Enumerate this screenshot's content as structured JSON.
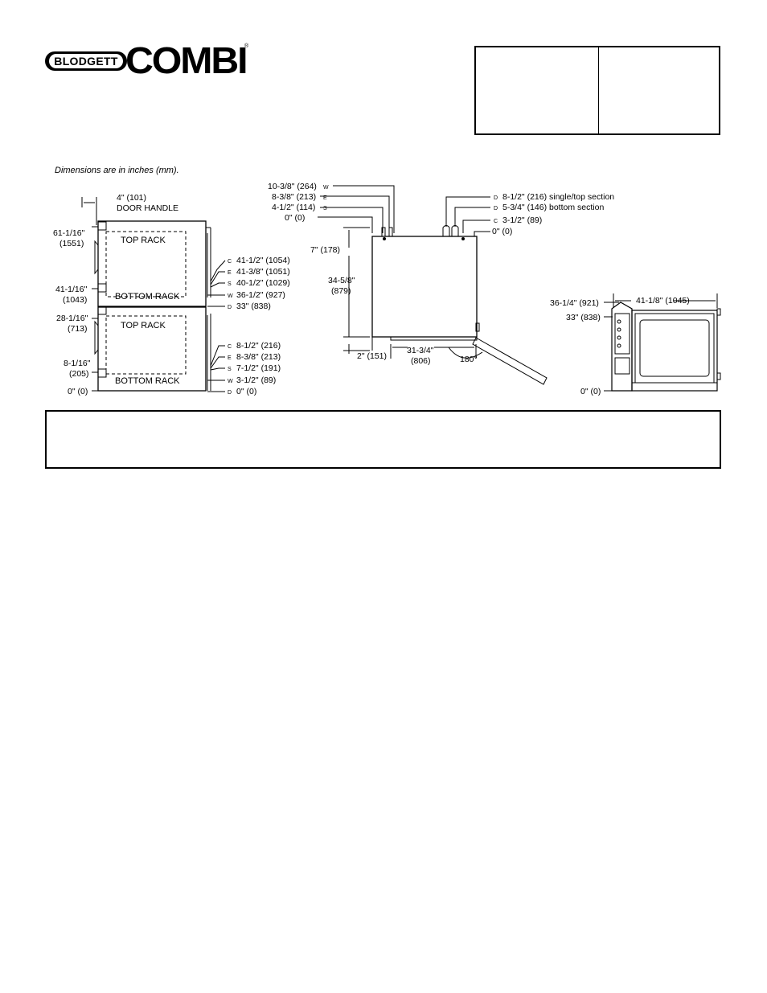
{
  "brand": {
    "badge": "BLODGETT",
    "name": "COMBI",
    "reg": "®"
  },
  "note": "Dimensions are in inches (mm).",
  "front_view": {
    "top_dims": {
      "handle_dim": "4\" (101)",
      "handle_label": "DOOR HANDLE"
    },
    "left_dims": [
      {
        "inch": "61-1/16\"",
        "mm": "(1551)"
      },
      {
        "inch": "41-1/16\"",
        "mm": "(1043)"
      },
      {
        "inch": "28-1/16\"",
        "mm": "(713)"
      },
      {
        "inch": "8-1/16\"",
        "mm": "(205)"
      },
      {
        "inch": "0\" (0)",
        "mm": ""
      }
    ],
    "racks": [
      "TOP RACK",
      "BOTTOM RACK",
      "TOP RACK",
      "BOTTOM RACK"
    ],
    "right_dims_upper": [
      {
        "sym": "C",
        "text": "41-1/2\" (1054)"
      },
      {
        "sym": "E",
        "text": "41-3/8\" (1051)"
      },
      {
        "sym": "S",
        "text": "40-1/2\" (1029)"
      },
      {
        "sym": "W",
        "text": "36-1/2\" (927)"
      },
      {
        "sym": "D",
        "text": "33\" (838)"
      }
    ],
    "right_dims_lower": [
      {
        "sym": "C",
        "text": "8-1/2\" (216)"
      },
      {
        "sym": "E",
        "text": "8-3/8\" (213)"
      },
      {
        "sym": "S",
        "text": "7-1/2\" (191)"
      },
      {
        "sym": "W",
        "text": "3-1/2\" (89)"
      },
      {
        "sym": "D",
        "text": "0\" (0)"
      }
    ]
  },
  "side_view": {
    "left_labels": [
      {
        "sym": "W",
        "text": "10-3/8\" (264)"
      },
      {
        "sym": "E",
        "text": "8-3/8\" (213)"
      },
      {
        "sym": "S",
        "text": "4-1/2\" (114)"
      },
      {
        "sym": "",
        "text": "0\" (0)"
      }
    ],
    "right_labels": [
      {
        "sym": "D",
        "text": "8-1/2\" (216) single/top section"
      },
      {
        "sym": "D",
        "text": "5-3/4\" (146) bottom section"
      },
      {
        "sym": "C",
        "text": "3-1/2\" (89)"
      },
      {
        "sym": "",
        "text": "0\" (0)"
      }
    ],
    "dim_7": "7\" (178)",
    "dim_height": {
      "inch": "34-5/8\"",
      "mm": "(879)"
    },
    "dim_bottom": "2\" (151)",
    "dim_depth": {
      "inch": "31-3/4\"",
      "mm": "(806)"
    },
    "door_angle": "180°"
  },
  "end_view": {
    "dim_top_left": "36-1/4\" (921)",
    "dim_mid_left": "33\" (838)",
    "dim_width": "41-1/8\" (1045)",
    "dim_bottom": "0\" (0)"
  }
}
